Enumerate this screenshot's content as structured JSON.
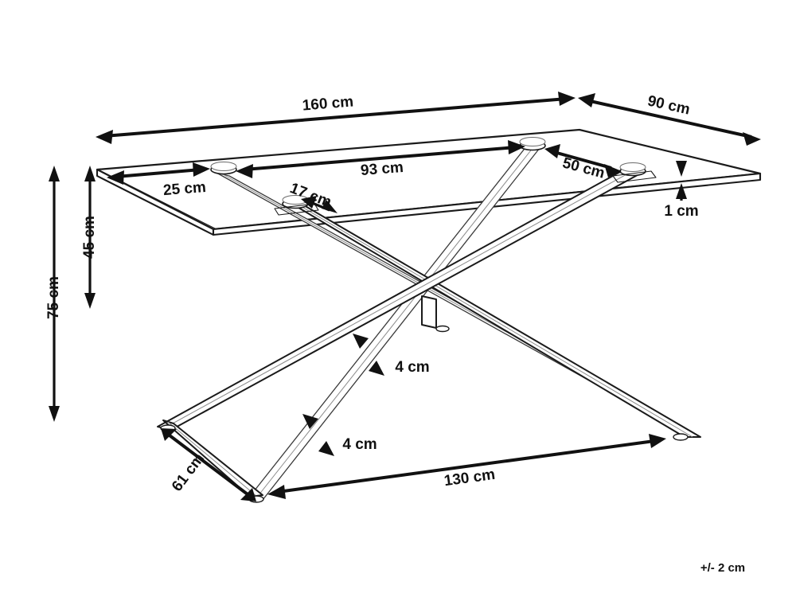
{
  "drawing": {
    "title": "Dining table technical dimension drawing",
    "product": "glass-top dining table with crossed metal legs",
    "units": "cm",
    "tolerance_note": "+/- 2 cm"
  },
  "dimensions": {
    "top_length": "160 cm",
    "top_width": "90 cm",
    "top_thickness": "1 cm",
    "total_height": "75 cm",
    "clearance_height": "45 cm",
    "mount_span_long": "93 cm",
    "mount_edge_offset": "25 cm",
    "mount_offset_diagonal": "50 cm",
    "mount_offset_short": "17 cm",
    "leg_width_upper": "4 cm",
    "leg_width_lower": "4 cm",
    "base_length": "130 cm",
    "base_width": "61 cm"
  },
  "labels": [
    {
      "id": "top-length",
      "text": "160 cm"
    },
    {
      "id": "top-width",
      "text": "90 cm"
    },
    {
      "id": "mount-span-long",
      "text": "93 cm"
    },
    {
      "id": "mount-edge-offset",
      "text": "25 cm"
    },
    {
      "id": "mount-offset-diagonal",
      "text": "50 cm"
    },
    {
      "id": "mount-offset-short",
      "text": "17 cm"
    },
    {
      "id": "top-thickness",
      "text": "1 cm"
    },
    {
      "id": "clearance-height",
      "text": "45 cm"
    },
    {
      "id": "total-height",
      "text": "75 cm"
    },
    {
      "id": "leg-width-upper",
      "text": "4 cm"
    },
    {
      "id": "leg-width-lower",
      "text": "4 cm"
    },
    {
      "id": "base-width",
      "text": "61 cm"
    },
    {
      "id": "base-length",
      "text": "130 cm"
    },
    {
      "id": "tolerance",
      "text": "+/- 2 cm"
    }
  ],
  "colors": {
    "background": "#ffffff",
    "line": "#1a1a1a",
    "dimension": "#111111",
    "hidden_line": "#8a8a8a",
    "text": "#111111"
  }
}
